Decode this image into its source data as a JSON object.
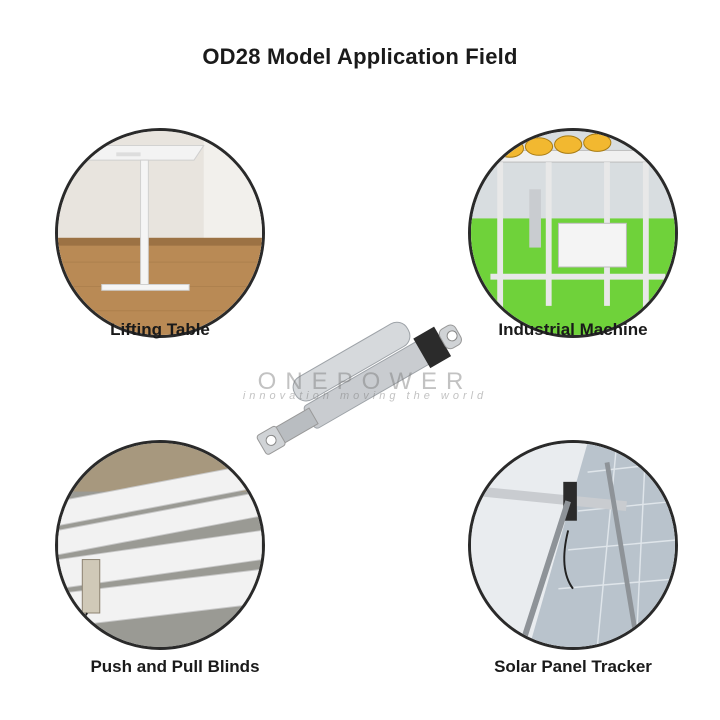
{
  "title": "OD28 Model Application Field",
  "applications": [
    {
      "label": "Lifting Table"
    },
    {
      "label": "Industrial Machine"
    },
    {
      "label": "Push and Pull Blinds"
    },
    {
      "label": "Solar Panel Tracker"
    }
  ],
  "watermark": {
    "brand": "ONEPOWER",
    "tagline": "innovation moving the world"
  },
  "colors": {
    "ring": "#2a2a2a",
    "machine_green": "#6fd23a",
    "actuator_silver": "#c9ccd0"
  }
}
